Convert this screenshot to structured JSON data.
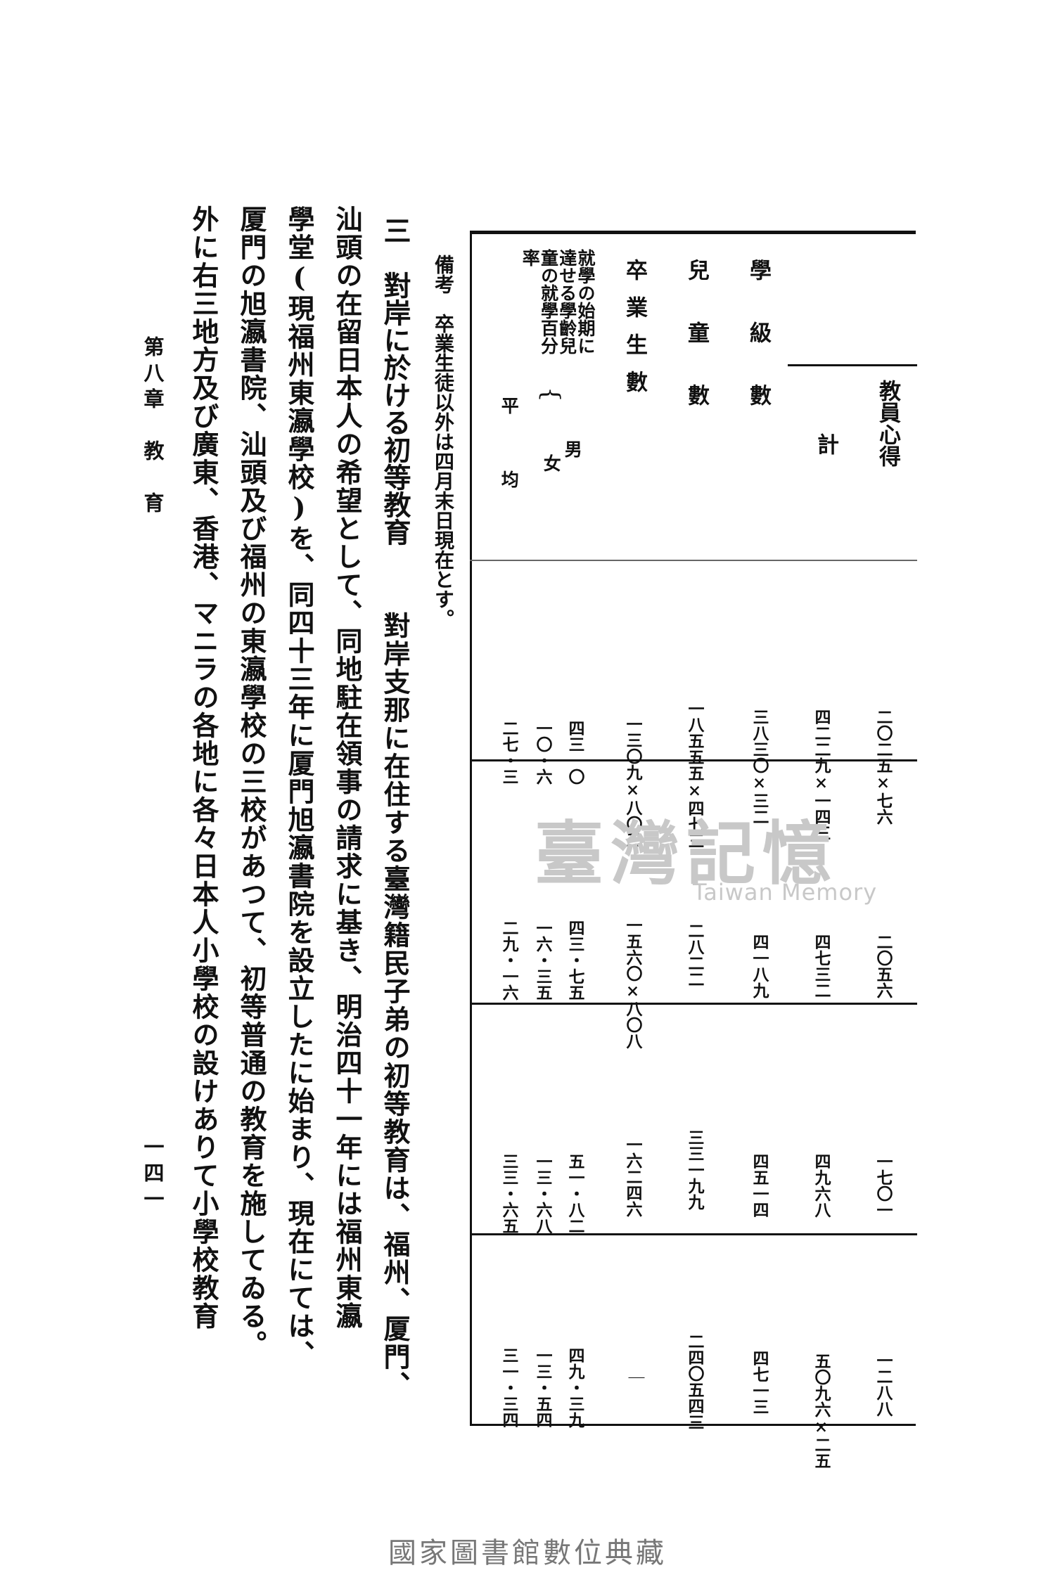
{
  "table": {
    "headers": {
      "teachers": "教員心得",
      "total": "計",
      "classes": "學級數",
      "children": "兒童數",
      "graduates": "卒業生數",
      "enroll_title": "就學の始期に達せる學齡兒童の就學百分率",
      "male": "男",
      "female": "女",
      "average": "平均"
    },
    "columns": [
      {
        "teachers": "二〇二五×七六",
        "total": "四二二九×一四三",
        "classes": "三八三〇×三二",
        "children": "一八五五五×四七三",
        "graduates": "一三〇九×八〇三",
        "male": "四三一〇",
        "female": "一〇・六",
        "average": "二七・三"
      },
      {
        "teachers": "二〇五六",
        "total": "四七三二",
        "classes": "四一八九",
        "children": "二八二二",
        "graduates": "一五六〇×八〇八",
        "male": "四三・七五",
        "female": "一六・三五",
        "average": "二九・一六"
      },
      {
        "teachers": "一七〇一",
        "total": "四九六八",
        "classes": "四五一四",
        "children": "三三一九九",
        "graduates": "一六二四六",
        "male": "五一・八二",
        "female": "一三・六八",
        "average": "三三・六五"
      },
      {
        "teachers": "一二八八",
        "total": "五〇九六×二五",
        "classes": "四七一三",
        "children": "二四〇五四三",
        "graduates": "｜",
        "male": "四九・三九",
        "female": "一三・五四",
        "average": "三一・三四"
      }
    ]
  },
  "note": "備考　卒業生徒以外は四月末日現在とす。",
  "section_title": "三　對岸に於ける初等教育",
  "body_columns": [
    "對岸支那に在住する臺灣籍民子弟の初等教育は、福州、厦門、",
    "汕頭の在留日本人の希望として、同地駐在領事の請求に基き、明治四十一年には福州東瀛",
    "學堂(現福州東瀛學校)を、同四十三年に厦門旭瀛書院を設立したに始まり、現在にては、",
    "厦門の旭瀛書院、汕頭及び福州の東瀛學校の三校があつて、初等普通の教育を施してゐる。",
    "外に右三地方及び廣東、香港、マニラの各地に各々日本人小學校の設けありて小學校教育"
  ],
  "running_head": "第八章　教　育",
  "page_number": "一四一",
  "watermark": {
    "zh": "臺灣記憶",
    "en": "Taiwan Memory"
  },
  "footer": "國家圖書館數位典藏"
}
